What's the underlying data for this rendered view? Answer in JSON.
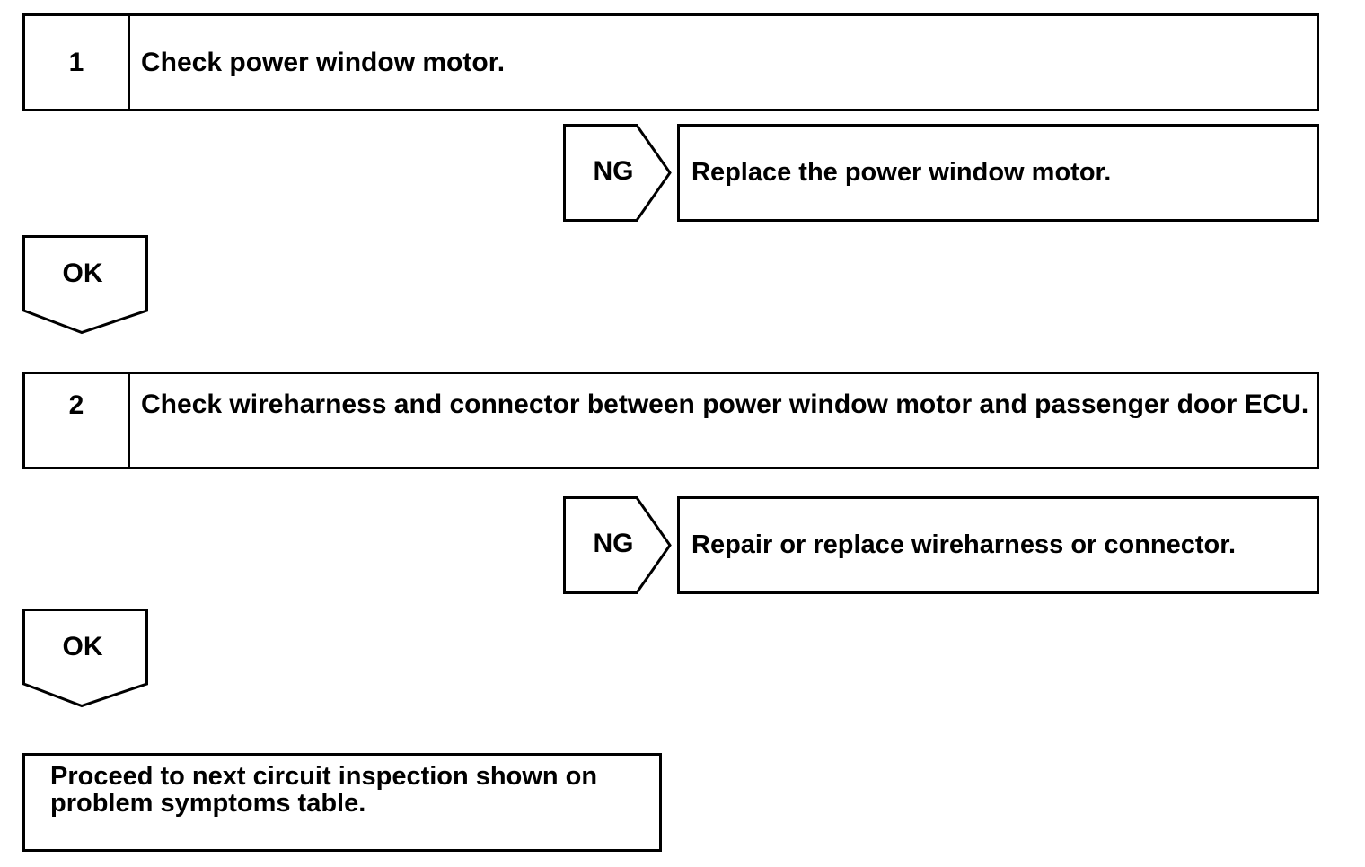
{
  "steps": [
    {
      "number": "1",
      "text": "Check power window motor.",
      "ng_label": "NG",
      "ng_action": "Replace the power window motor.",
      "ok_label": "OK"
    },
    {
      "number": "2",
      "text": "Check wireharness and connector between power window motor and passenger door ECU.",
      "ng_label": "NG",
      "ng_action": "Repair or replace wireharness or connector.",
      "ok_label": "OK"
    }
  ],
  "final": {
    "text": "Proceed to next circuit inspection shown on problem symptoms table."
  }
}
